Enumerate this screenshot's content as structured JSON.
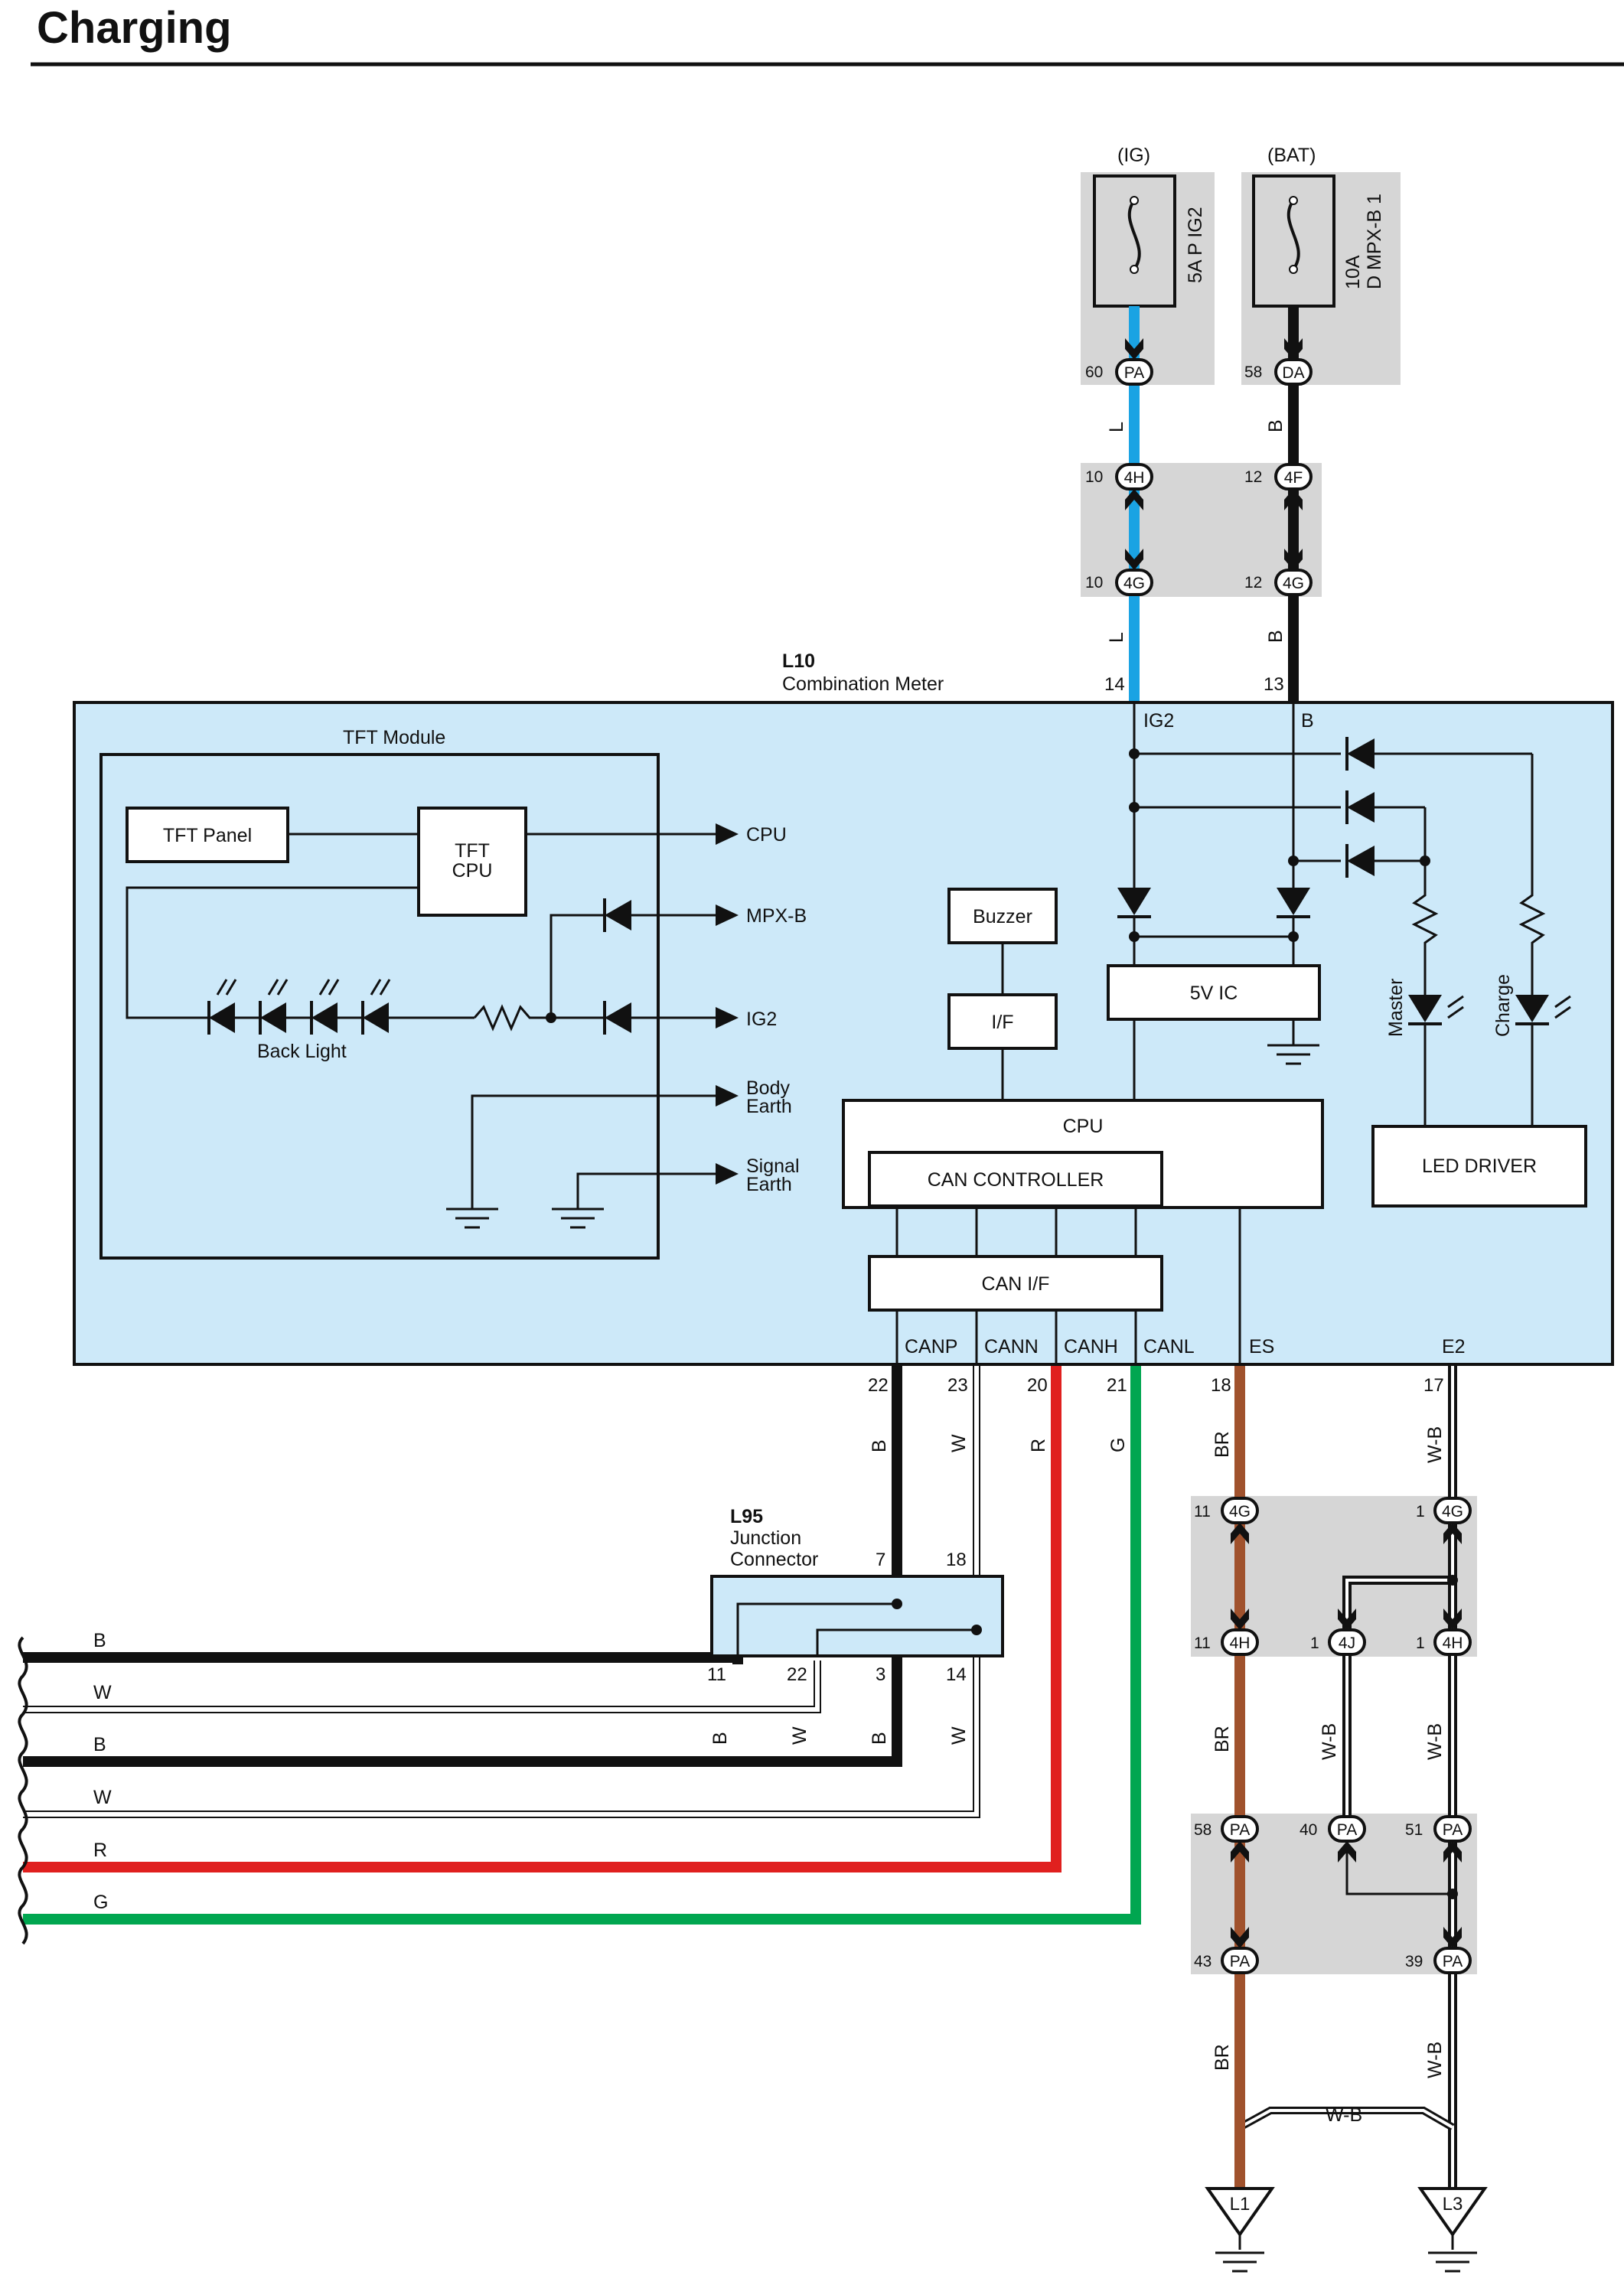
{
  "title": "Charging",
  "power": {
    "ig": {
      "header": "(IG)",
      "fuse": "5A P IG2",
      "pin": "60",
      "conn": "PA",
      "wire": "L"
    },
    "bat": {
      "header": "(BAT)",
      "fuse_line1": "10A",
      "fuse_line2": "D MPX-B 1",
      "pin": "58",
      "conn": "DA",
      "wire": "B"
    }
  },
  "junction_top": [
    {
      "pin": "10",
      "conn": "4H"
    },
    {
      "pin": "12",
      "conn": "4F"
    },
    {
      "pin": "10",
      "conn": "4G"
    },
    {
      "pin": "12",
      "conn": "4G"
    }
  ],
  "meter": {
    "id": "L10",
    "name": "Combination Meter",
    "pin_ig2": "14",
    "pin_b": "13",
    "lbl_ig2": "IG2",
    "lbl_b": "B"
  },
  "tft": {
    "module": "TFT Module",
    "panel": "TFT Panel",
    "cpu_l1": "TFT",
    "cpu_l2": "CPU",
    "backlight": "Back Light",
    "out_cpu": "CPU",
    "out_mpxb": "MPX-B",
    "out_ig2": "IG2",
    "body_earth_1": "Body",
    "body_earth_2": "Earth",
    "signal_earth_1": "Signal",
    "signal_earth_2": "Earth"
  },
  "blocks": {
    "buzzer": "Buzzer",
    "if": "I/F",
    "ic5v": "5V IC",
    "cpu": "CPU",
    "can_controller": "CAN CONTROLLER",
    "can_if": "CAN I/F",
    "led_driver": "LED DRIVER",
    "led_master": "Master",
    "led_charge": "Charge"
  },
  "bottom_terms": {
    "canp": "CANP",
    "cann": "CANN",
    "canh": "CANH",
    "canl": "CANL",
    "es": "ES",
    "e2": "E2",
    "pins": {
      "canp": "22",
      "cann": "23",
      "canh": "20",
      "canl": "21",
      "es": "18",
      "e2": "17"
    }
  },
  "wires": {
    "canp": "B",
    "cann": "W",
    "canh": "R",
    "canl": "G",
    "es": "BR",
    "e2": "W-B"
  },
  "l95": {
    "id": "L95",
    "name_1": "Junction",
    "name_2": "Connector",
    "pin_top_1": "7",
    "pin_top_2": "18",
    "pin_b1": "11",
    "pin_b2": "22",
    "pin_b3": "3",
    "pin_b4": "14",
    "wire_b1": "B",
    "wire_b2": "W",
    "wire_b3": "B",
    "wire_b4": "W"
  },
  "left_buses": [
    "B",
    "W",
    "B",
    "W",
    "R",
    "G"
  ],
  "junction_right": {
    "r1": [
      {
        "pin": "11",
        "conn": "4G"
      },
      {
        "pin": "1",
        "conn": "4G"
      }
    ],
    "r2": [
      {
        "pin": "11",
        "conn": "4H"
      },
      {
        "pin": "1",
        "conn": "4J"
      },
      {
        "pin": "1",
        "conn": "4H"
      }
    ],
    "r3": [
      {
        "pin": "58",
        "conn": "PA"
      },
      {
        "pin": "40",
        "conn": "PA"
      },
      {
        "pin": "51",
        "conn": "PA"
      }
    ],
    "r4": [
      {
        "pin": "43",
        "conn": "PA"
      },
      {
        "pin": "39",
        "conn": "PA"
      }
    ],
    "wire_br_1": "BR",
    "wire_wb_1": "W-B",
    "wire_wb_2": "W-B",
    "wire_br_2": "BR",
    "wire_wb_3": "W-B",
    "wire_wb_4": "W-B"
  },
  "grounds": {
    "l1": "L1",
    "l3": "L3"
  },
  "colors": {
    "meter_fill": "#cde9f9",
    "gray_box": "#d6d6d6",
    "wire_blue": "#1aa3e3",
    "wire_red": "#e0201f",
    "wire_green": "#00a650",
    "wire_brown": "#a0522d",
    "wire_black": "#111111"
  }
}
